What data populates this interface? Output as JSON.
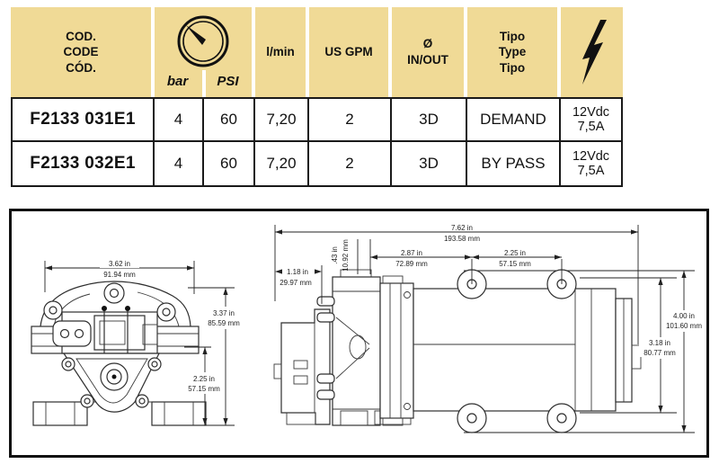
{
  "table": {
    "header": {
      "code_lines": [
        "COD.",
        "CODE",
        "CÓD."
      ],
      "bar_label": "bar",
      "psi_label": "PSI",
      "flow_label": "l/min",
      "gpm_label": "US GPM",
      "diameter_lines": [
        "Ø",
        "IN/OUT"
      ],
      "type_lines": [
        "Tipo",
        "Type",
        "Tipo"
      ]
    },
    "icons": {
      "pressure": "gauge-icon",
      "power": "lightning-bolt-icon"
    },
    "rows": [
      {
        "code": "F2133 031E1",
        "bar": "4",
        "psi": "60",
        "lmin": "7,20",
        "usgpm": "2",
        "inout": "3D",
        "type": "DEMAND",
        "power_lines": [
          "12Vdc",
          "7,5A"
        ]
      },
      {
        "code": "F2133 032E1",
        "bar": "4",
        "psi": "60",
        "lmin": "7,20",
        "usgpm": "2",
        "inout": "3D",
        "type": "BY PASS",
        "power_lines": [
          "12Vdc",
          "7,5A"
        ]
      }
    ]
  },
  "drawing": {
    "front": {
      "width_in": "3.62 in",
      "width_mm": "91.94 mm",
      "height_in": "3.37 in",
      "height_mm": "85.59 mm",
      "lower_in": "2.25 in",
      "lower_mm": "57.15 mm"
    },
    "side": {
      "length_in": "7.62 in",
      "length_mm": "193.58 mm",
      "offset_in": "1.18 in",
      "offset_mm": "29.97 mm",
      "flange_in": ".43 in",
      "flange_mm": "10.92 mm",
      "mid_in": "2.87 in",
      "mid_mm": "72.89 mm",
      "holes_in": "2.25 in",
      "holes_mm": "57.15 mm",
      "height_in": "4.00 in",
      "height_mm": "101.60 mm",
      "body_in": "3.18 in",
      "body_mm": "80.77 mm"
    }
  },
  "colors": {
    "header_bg": "#F0DA96",
    "grid_line": "#1a1a1a"
  }
}
